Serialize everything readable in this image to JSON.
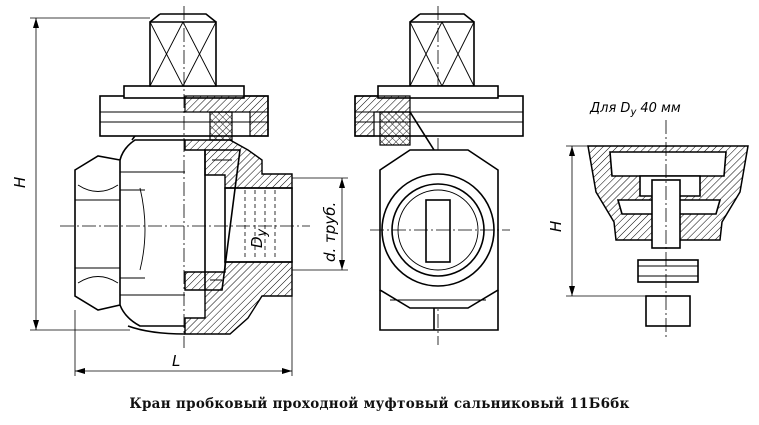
{
  "caption": "Кран пробковый проходной муфтовый сальниковый 11Б6бк",
  "labels": {
    "height_left": "H",
    "height_right": "H",
    "length": "L",
    "nominal_bore": "D",
    "nominal_bore_sub": "у",
    "pipe_diameter": "d. труб.",
    "note_prefix": "Для D",
    "note_sub": "у",
    "note_value": "40 мм"
  }
}
